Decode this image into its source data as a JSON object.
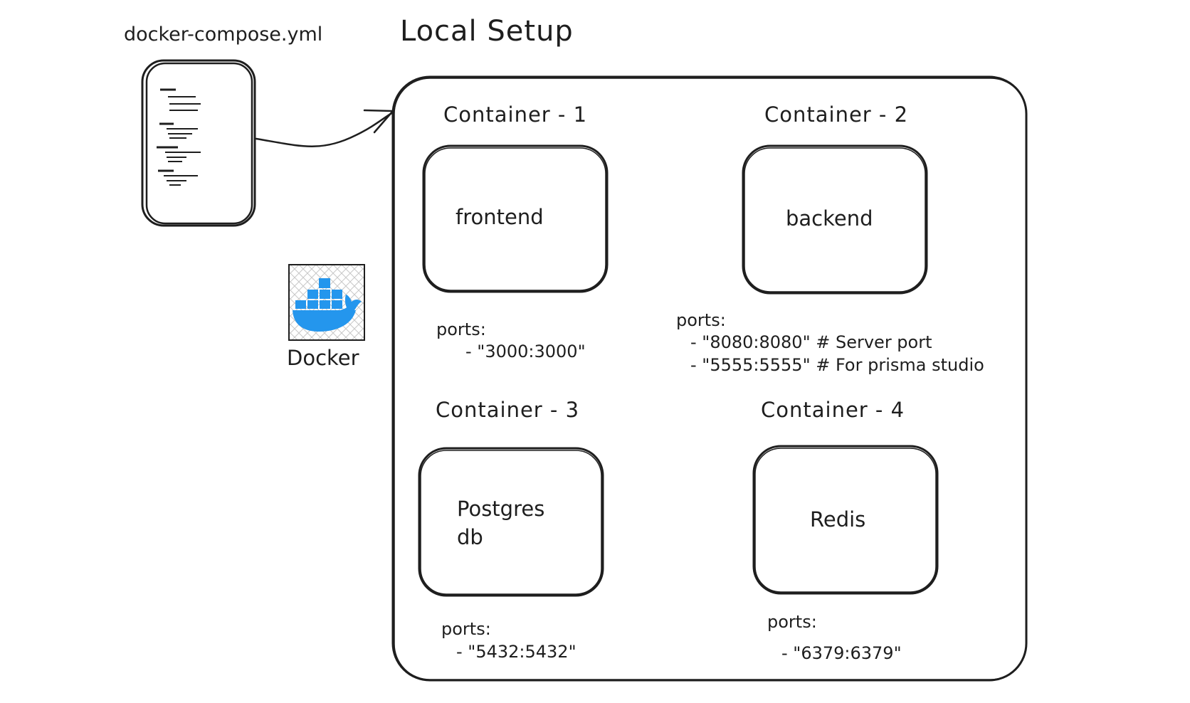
{
  "diagram": {
    "title": "Local Setup",
    "file": {
      "name": "docker-compose.yml",
      "icon": "yaml-file-icon"
    },
    "docker": {
      "label": "Docker",
      "icon": "docker-whale-icon",
      "color": "#2496ed"
    },
    "containers": [
      {
        "heading": "Container - 1",
        "service": "frontend",
        "ports_label": "ports:",
        "ports": [
          "- \"3000:3000\""
        ]
      },
      {
        "heading": "Container - 2",
        "service": "backend",
        "ports_label": "ports:",
        "ports": [
          "- \"8080:8080\" # Server port",
          "- \"5555:5555\" # For prisma studio"
        ]
      },
      {
        "heading": "Container - 3",
        "service_lines": [
          "Postgres",
          "db"
        ],
        "ports_label": "ports:",
        "ports": [
          "- \"5432:5432\""
        ]
      },
      {
        "heading": "Container - 4",
        "service": "Redis",
        "ports_label": "ports:",
        "ports": [
          "- \"6379:6379\""
        ]
      }
    ],
    "stroke_color": "#1e1e1e"
  }
}
